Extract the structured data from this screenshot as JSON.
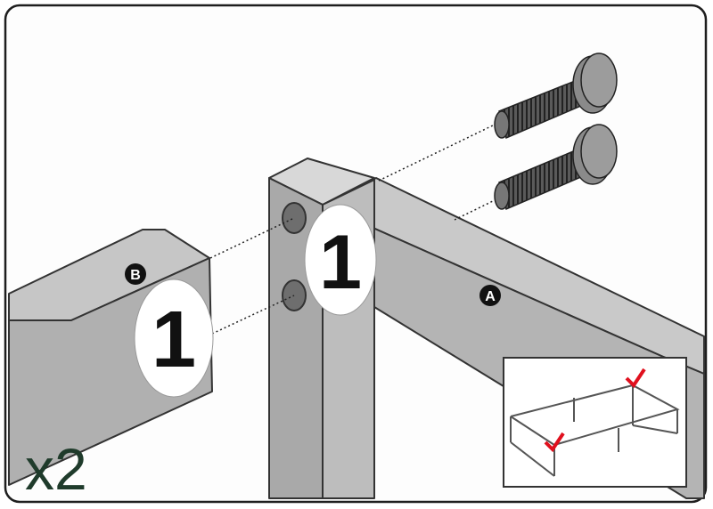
{
  "part_labels": {
    "b": "B",
    "a": "A"
  },
  "stickers": {
    "left": "1",
    "right": "1"
  },
  "quantity": "x2",
  "colors": {
    "check": "#e0101e",
    "quantity": "#1f3b2b",
    "metal": "#b9b9b9",
    "frame": "#222222"
  }
}
